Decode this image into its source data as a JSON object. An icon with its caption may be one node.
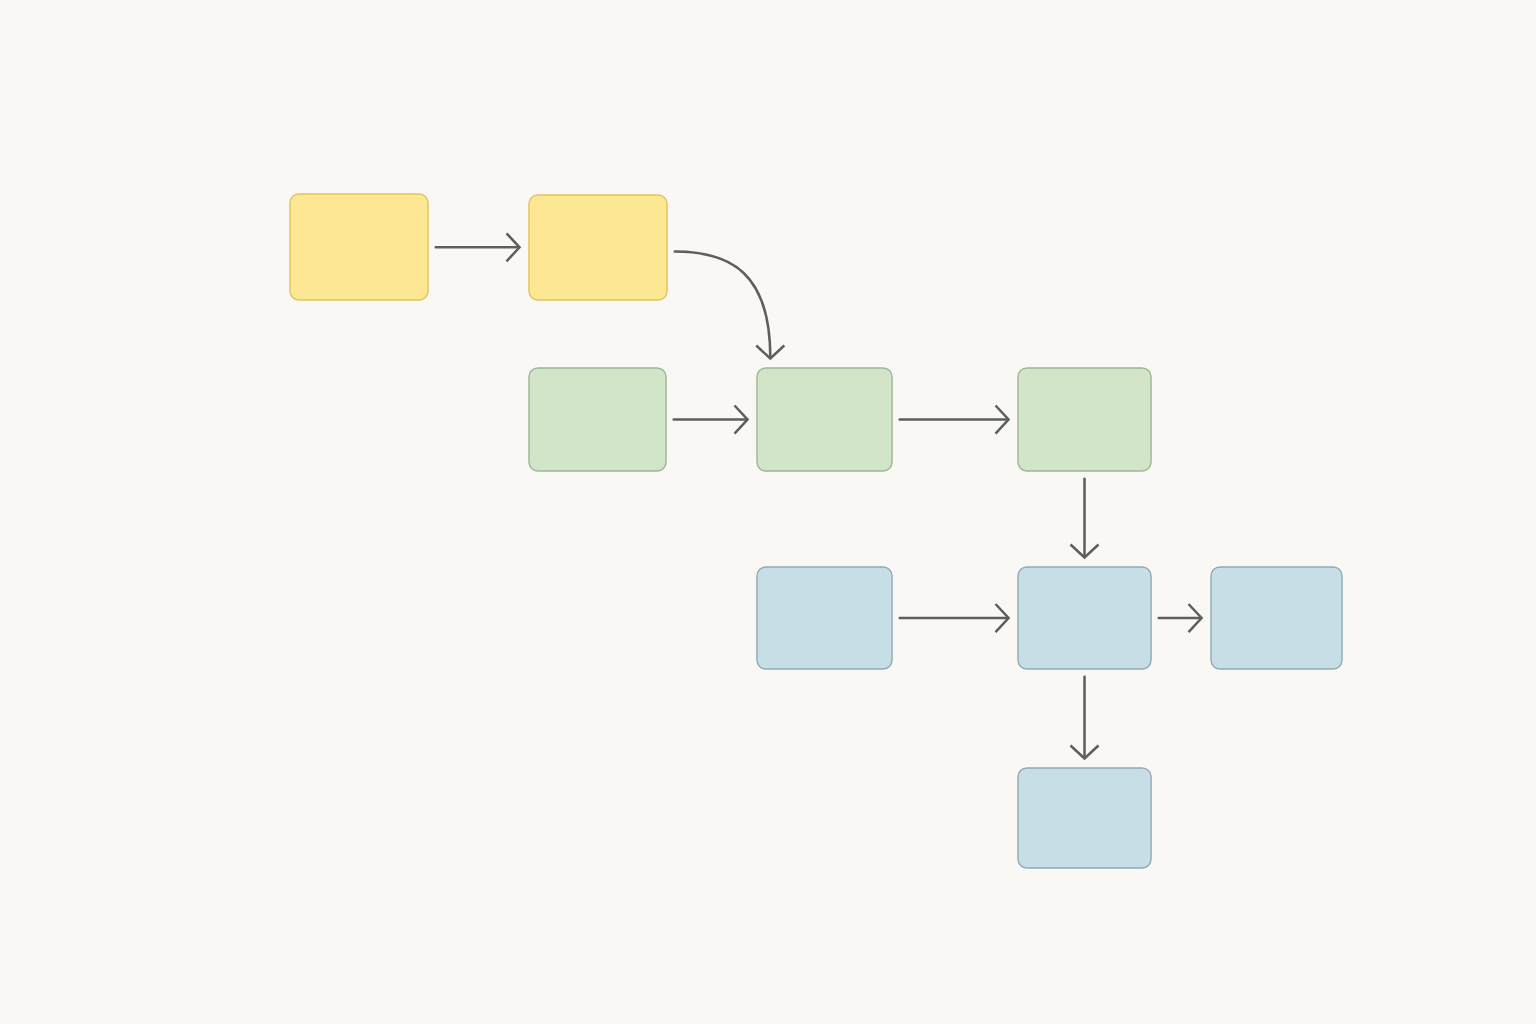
{
  "diagram": {
    "nodes": [
      {
        "text": [],
        "shape": "box"
      },
      {
        "text": [],
        "shape": "box"
      },
      {
        "text": [],
        "shape": "box"
      },
      {
        "text": [],
        "shape": "box"
      },
      {
        "text": [],
        "shape": "box"
      },
      {
        "text": [],
        "shape": "box"
      },
      {
        "text": [],
        "shape": "box"
      },
      {
        "text": [],
        "shape": "box"
      },
      {
        "text": [],
        "shape": "box"
      }
    ],
    "edges": [
      {
        "from": 0,
        "to": 1,
        "arrow": "to"
      },
      {
        "from": 1,
        "to": 3,
        "arrow": "to"
      },
      {
        "from": 2,
        "to": 3,
        "arrow": "to"
      },
      {
        "from": 3,
        "to": 4,
        "arrow": "to"
      },
      {
        "from": 4,
        "to": 6,
        "arrow": "to"
      },
      {
        "from": 5,
        "to": 6,
        "arrow": "to"
      },
      {
        "from": 6,
        "to": 7,
        "arrow": "to"
      },
      {
        "from": 6,
        "to": 8,
        "arrow": "to"
      }
    ]
  }
}
